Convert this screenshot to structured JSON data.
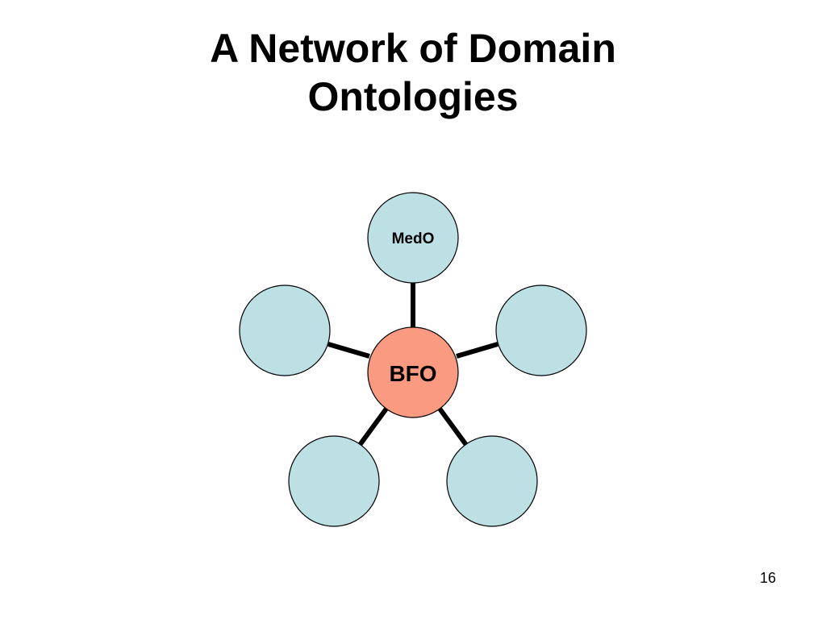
{
  "slide": {
    "title_line1": "A Network of Domain",
    "title_line2": "Ontologies",
    "page_number": "16"
  },
  "diagram": {
    "center": {
      "label": "BFO",
      "fill": "#FA9A80"
    },
    "satellites": [
      {
        "label": "MedO",
        "fill": "#BCE0E4"
      },
      {
        "label": "",
        "fill": "#BCE0E4"
      },
      {
        "label": "",
        "fill": "#BCE0E4"
      },
      {
        "label": "",
        "fill": "#BCE0E4"
      },
      {
        "label": "",
        "fill": "#BCE0E4"
      }
    ],
    "stroke_color": "#000000"
  }
}
